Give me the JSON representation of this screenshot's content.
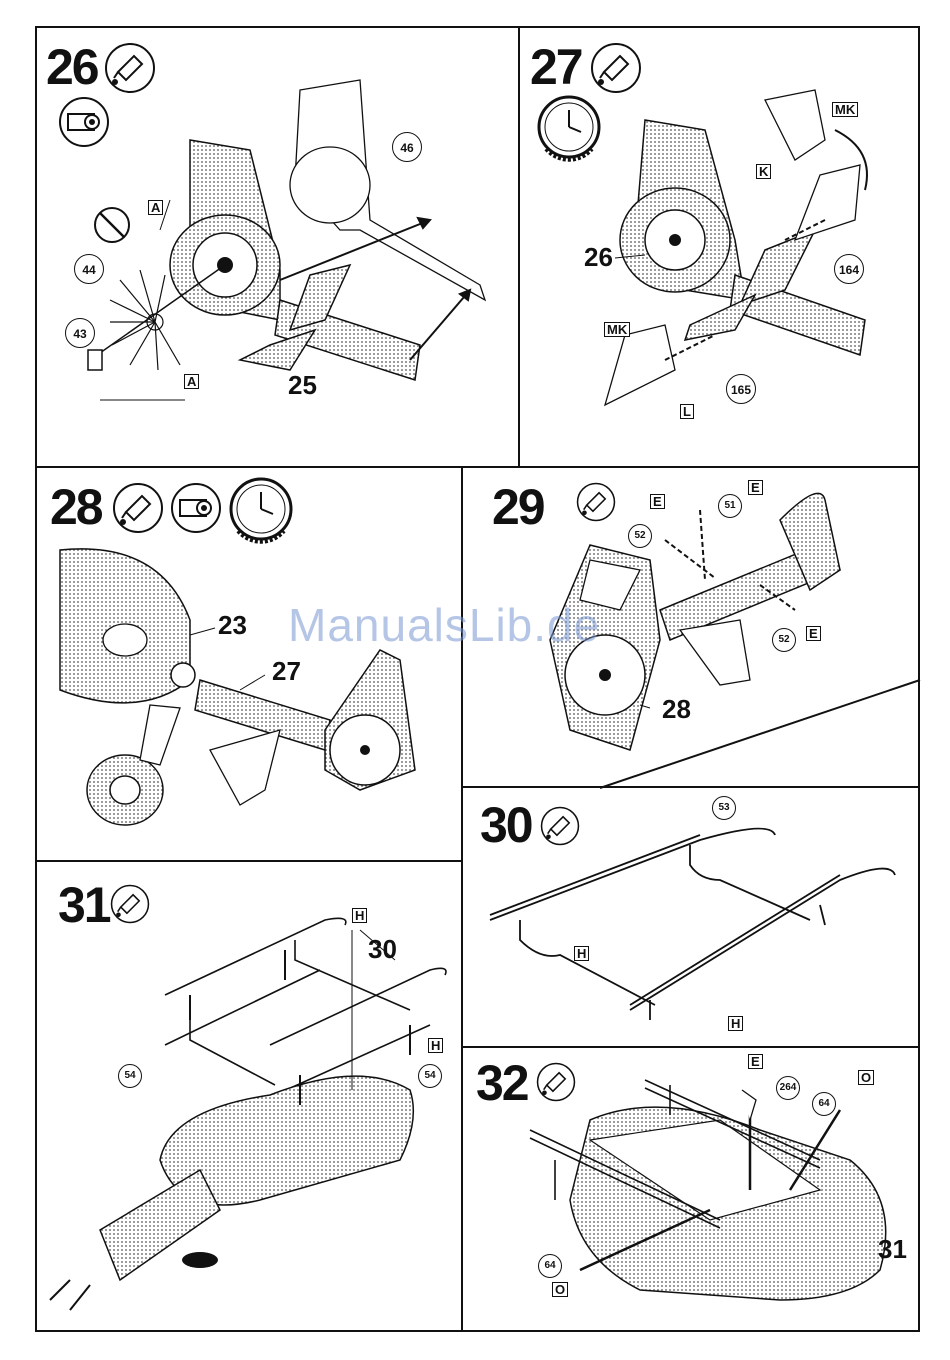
{
  "watermark": "ManualsLib.de",
  "steps": {
    "s26": {
      "number": "26",
      "callouts": {
        "c25": "25"
      },
      "parts": {
        "p46": "46",
        "p44": "44",
        "p43": "43"
      },
      "tags": {
        "a1": "A",
        "a2": "A"
      }
    },
    "s27": {
      "number": "27",
      "callouts": {
        "c26": "26"
      },
      "parts": {
        "p164": "164",
        "p165": "165"
      },
      "tags": {
        "mk1": "MK",
        "k": "K",
        "mk2": "MK",
        "l": "L"
      }
    },
    "s28": {
      "number": "28",
      "callouts": {
        "c23": "23",
        "c27": "27"
      }
    },
    "s29": {
      "number": "29",
      "callouts": {
        "c28": "28"
      },
      "parts": {
        "p51": "51",
        "p52a": "52",
        "p52b": "52"
      },
      "tags": {
        "e1": "E",
        "e2": "E",
        "e3": "E"
      }
    },
    "s30": {
      "number": "30",
      "parts": {
        "p53": "53"
      },
      "tags": {
        "h1": "H",
        "h2": "H"
      }
    },
    "s31": {
      "number": "31",
      "callouts": {
        "c30": "30"
      },
      "parts": {
        "p54a": "54",
        "p54b": "54"
      },
      "tags": {
        "h1": "H",
        "h2": "H"
      }
    },
    "s32": {
      "number": "32",
      "callouts": {
        "c31": "31"
      },
      "parts": {
        "p264": "264",
        "p64a": "64",
        "p64b": "64"
      },
      "tags": {
        "e": "E",
        "o1": "O",
        "o2": "O"
      }
    }
  },
  "icons": {
    "glue": "glue-tube-icon",
    "decal": "decal-water-icon",
    "no_glue": "no-glue-icon",
    "clock": "drying-clock-icon"
  }
}
